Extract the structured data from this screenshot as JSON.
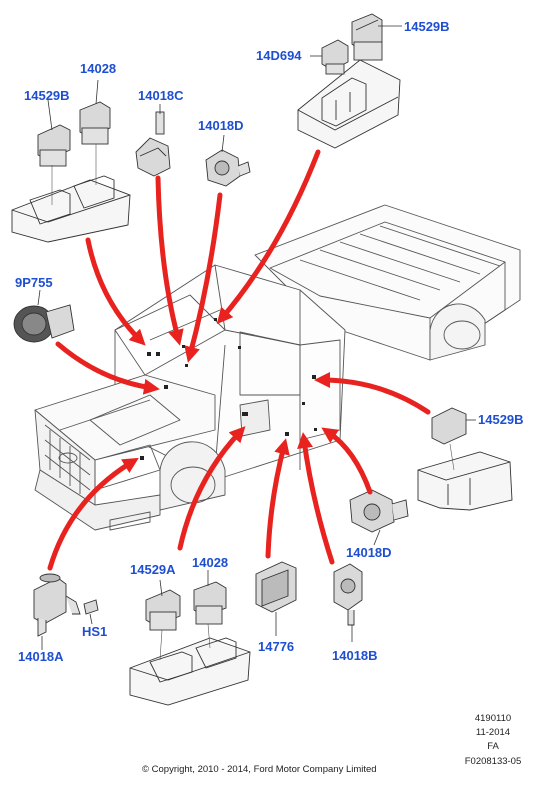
{
  "callouts": {
    "p14529B_top": "14529B",
    "p14D694": "14D694",
    "p14529B_left": "14529B",
    "p14028_top": "14028",
    "p14018C": "14018C",
    "p14018D_top": "14018D",
    "p9P755": "9P755",
    "p14529B_right": "14529B",
    "p14018D_right": "14018D",
    "p14529A": "14529A",
    "p14028_bottom": "14028",
    "p14776": "14776",
    "p14018B": "14018B",
    "pHS1": "HS1",
    "p14018A": "14018A"
  },
  "footer": {
    "ref_line1": "4190110",
    "ref_line2": "11-2014",
    "ref_line3": "FA",
    "ref_line4": "F0208133-05",
    "copyright": "© Copyright, 2010 - 2014, Ford Motor Company Limited"
  },
  "colors": {
    "callout_text": "#1f4fd1",
    "arrow": "#e8231f",
    "line": "#444444"
  }
}
